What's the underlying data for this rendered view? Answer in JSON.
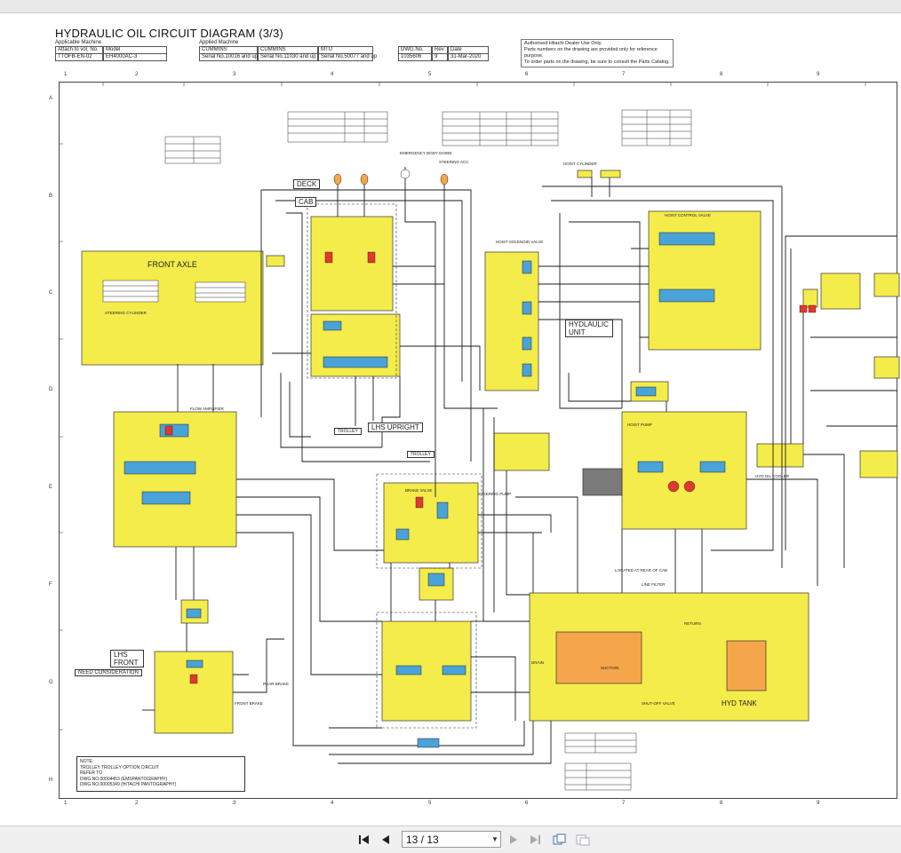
{
  "document": {
    "title": "HYDRAULIC OIL CIRCUIT DIAGRAM (3/3)",
    "applicable_machine_label": "Applicable Machine",
    "attach_label": "Attach to vol. No.",
    "model_label": "Model",
    "attach_value": "TTOFB-EN-02",
    "model_value": "EH4000AC-3",
    "applied_machine_label": "Applied Machine",
    "engine1_label": "CUMMINS",
    "engine2_label": "CUMMINS",
    "engine3_label": "MTU",
    "engine1_serial": "Serial No.10016 and up",
    "engine2_serial": "Serial No.11030 and up",
    "engine3_serial": "Serial No.50077 and up",
    "dwg_label": "DWG.No.",
    "rev_label": "Rev",
    "date_label": "Date",
    "dwg_value": "1035606",
    "rev_value": "9",
    "date_value": "31-Mar-2020",
    "notice_lines": [
      "Authorised Hitachi Dealer Use Only.",
      "Parts numbers on the drawing are provided only for reference purpose.",
      "To order parts on the drawing, be sure to consult the Parts Catalog."
    ]
  },
  "grid": {
    "columns": [
      "1",
      "2",
      "3",
      "4",
      "5",
      "6",
      "7",
      "8",
      "9"
    ],
    "rows": [
      "A",
      "B",
      "C",
      "D",
      "E",
      "F",
      "G",
      "H"
    ]
  },
  "zones": {
    "deck": "DECK",
    "cab": "CAB",
    "front_axle": "FRONT AXLE",
    "hydraulic_unit": "HYDLAULIC UNIT",
    "lhs_upright": "LHS UPRIGHT",
    "lhs_front": "LHS FRONT",
    "need_consideration": "NEED CONSIDERATION",
    "hyd_tank": "HYD TANK",
    "trolley": "TROLLEY",
    "trolley2": "TROLLEY"
  },
  "labels": {
    "hoist_control_valve": "HOIST CONTROL VALVE",
    "hoist_solenoid_valve": "HOIST SOLENOID VALVE",
    "steering_pump": "STEERING PUMP",
    "brake_valve": "BRAKE VALVE",
    "located_rear_cab": "LOCATED AT REAR OF CAB",
    "line_filter": "LINE FILTER",
    "hoist_cylinder": "HOIST CYLINDER",
    "emergency_body_down": "EMERGENCY BODY DOWN",
    "steering_acc": "STEERING ACC",
    "hoist_pump": "HOIST PUMP",
    "hyd_oil_cooler": "HYD OIL COOLER",
    "steering_cylinder": "STEERING CYLINDER",
    "flow_amplifier": "FLOW AMPLIFIER",
    "shut_off_valve": "SHUT-OFF VALVE",
    "front_brake": "FRONT BRAKE",
    "rear_brake": "REAR BRAKE",
    "drain": "DRAIN",
    "suction": "SUCTION",
    "return": "RETURN"
  },
  "note": {
    "title": "NOTE:",
    "line1": "TROLLEY    TROLLEY OPTION CIRCUIT",
    "line2": "REFER TO",
    "line3": "DWG.NO.00004453 (EMSPANTOGRAPHY)",
    "line4": "DWG.NO.00005349 (HITACHI PANTOGRAPHY)"
  },
  "toolbar": {
    "page_display": "13 / 13",
    "icons": [
      "first-page-icon",
      "prev-page-icon",
      "next-page-icon",
      "last-page-icon",
      "fit-page-icon",
      "two-page-icon"
    ]
  },
  "colors": {
    "component_fill": "#f4ec4a",
    "tank_fill": "#f6a64a",
    "line": "#1a1a1a",
    "toolbar_bg": "#f0f0f0"
  }
}
